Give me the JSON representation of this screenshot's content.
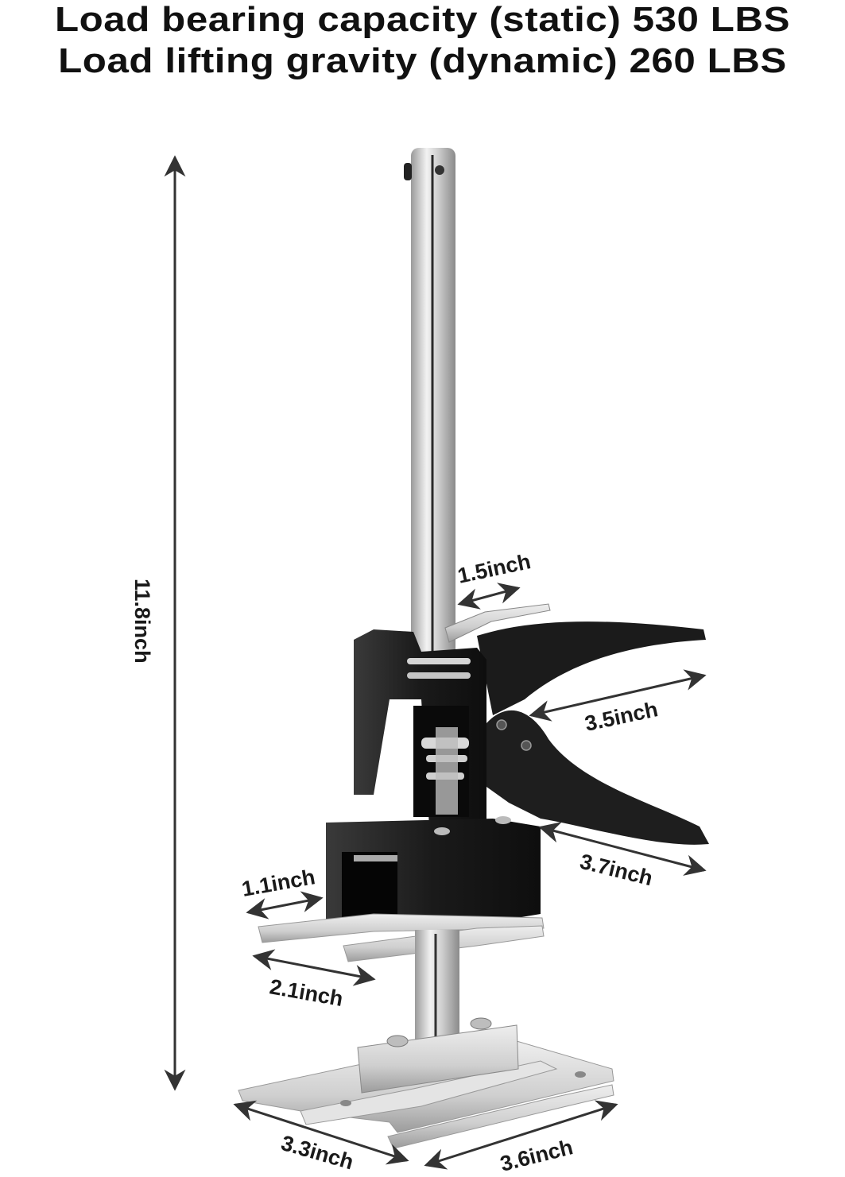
{
  "header": {
    "line1": "Load bearing capacity (static) 530 LBS",
    "line2": "Load lifting gravity (dynamic) 260 LBS"
  },
  "specs": {
    "static_capacity": "530 LBS",
    "dynamic_capacity": "260 LBS"
  },
  "dimensions": {
    "total_height": "11.8inch",
    "handle_top_gap": "1.5inch",
    "upper_handle_length": "3.5inch",
    "lower_handle_length": "3.7inch",
    "upper_fork_gap": "1.1inch",
    "upper_fork_width": "2.1inch",
    "base_depth": "3.3inch",
    "base_width": "3.6inch"
  },
  "colors": {
    "text": "#111111",
    "arrow": "#333333",
    "body_black": "#1c1c1c",
    "steel": "#c8c8c8",
    "background": "#ffffff"
  },
  "icons": {
    "arrow": "double-headed-dimension-arrow"
  }
}
